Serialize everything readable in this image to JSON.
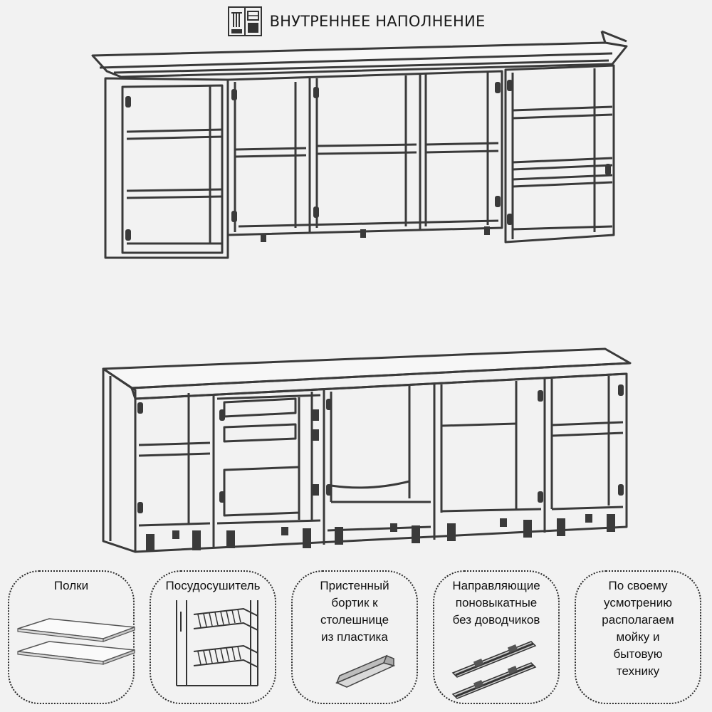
{
  "header": {
    "title": "ВНУТРЕННЕЕ НАПОЛНЕНИЕ",
    "icon": "wardrobe-icon"
  },
  "features": [
    {
      "icon": "shelves-icon",
      "lines": [
        "Полки"
      ]
    },
    {
      "icon": "dish-rack-icon",
      "lines": [
        "Посудосушитель"
      ]
    },
    {
      "icon": "plastic-edge-icon",
      "lines": [
        "Пристенный",
        "бортик к",
        "столешнице",
        "из пластика"
      ]
    },
    {
      "icon": "drawer-rails-icon",
      "lines": [
        "Направляющие",
        "поновыкатные",
        "без доводчиков"
      ]
    },
    {
      "icon": "sink-appliance-icon",
      "lines": [
        "По своему",
        "усмотрению",
        "располагаем",
        "мойку и",
        "бытовую",
        "технику"
      ]
    }
  ]
}
